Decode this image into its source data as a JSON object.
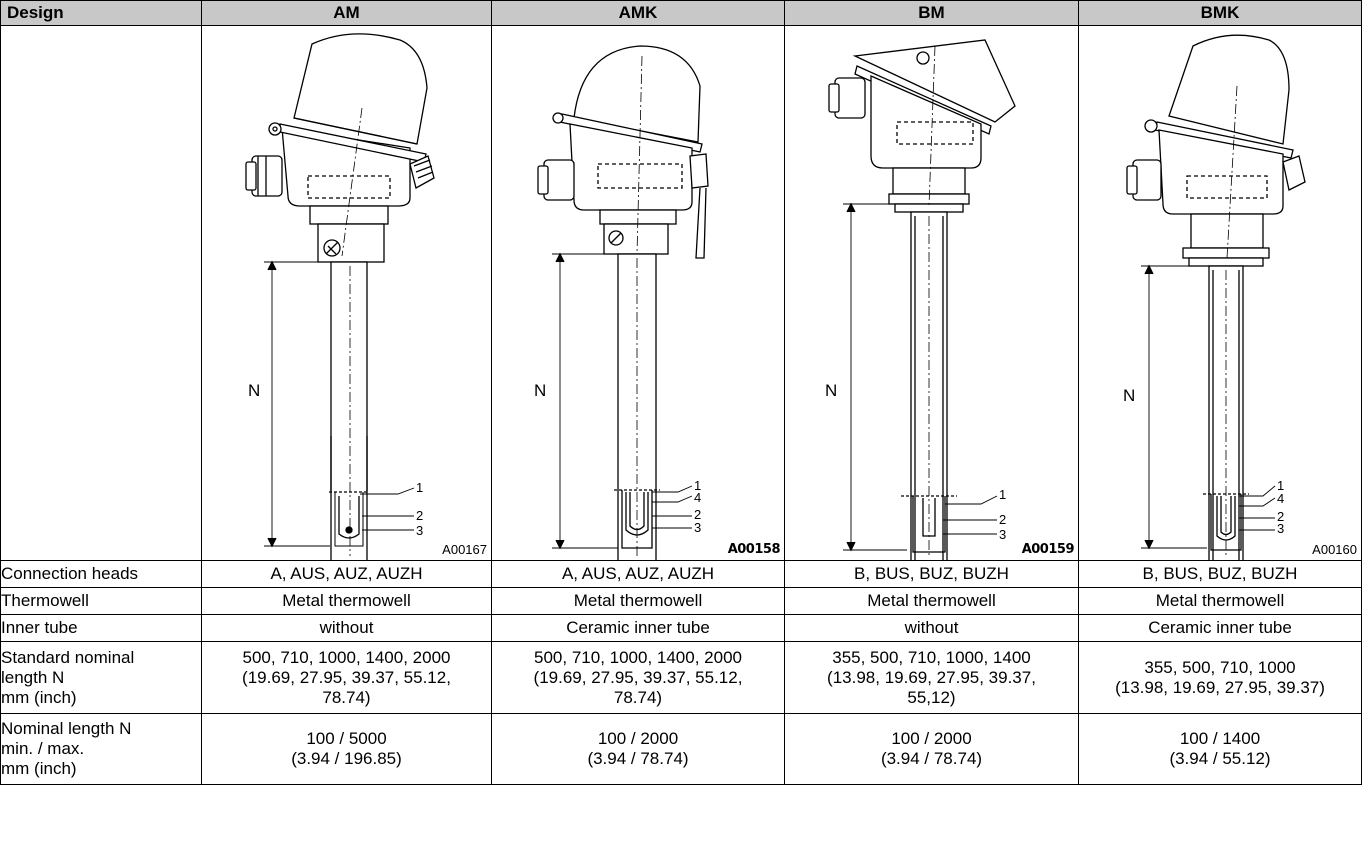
{
  "header": {
    "design": "Design",
    "columns": [
      "AM",
      "AMK",
      "BM",
      "BMK"
    ]
  },
  "drawings": {
    "dimension_label": "N",
    "am": {
      "figure_id": "A00167",
      "callouts": [
        "1",
        "2",
        "3"
      ]
    },
    "amk": {
      "figure_id": "A00158",
      "callouts": [
        "1",
        "4",
        "2",
        "3"
      ]
    },
    "bm": {
      "figure_id": "A00159",
      "callouts": [
        "1",
        "2",
        "3"
      ]
    },
    "bmk": {
      "figure_id": "A00160",
      "callouts": [
        "1",
        "4",
        "2",
        "3"
      ]
    }
  },
  "rows": {
    "connection_heads": {
      "label": "Connection heads",
      "values": [
        "A, AUS, AUZ, AUZH",
        "A, AUS, AUZ, AUZH",
        "B, BUS, BUZ, BUZH",
        "B, BUS, BUZ, BUZH"
      ]
    },
    "thermowell": {
      "label": "Thermowell",
      "values": [
        "Metal thermowell",
        "Metal thermowell",
        "Metal thermowell",
        "Metal thermowell"
      ]
    },
    "inner_tube": {
      "label": "Inner tube",
      "values": [
        "without",
        "Ceramic inner tube",
        "without",
        "Ceramic inner tube"
      ]
    },
    "standard_length": {
      "label_lines": [
        "Standard nominal",
        "length N",
        "mm (inch)"
      ],
      "values": [
        [
          "500, 710, 1000, 1400, 2000",
          "(19.69, 27.95, 39.37, 55.12,",
          "78.74)"
        ],
        [
          "500, 710, 1000, 1400, 2000",
          "(19.69, 27.95, 39.37, 55.12,",
          "78.74)"
        ],
        [
          "355, 500, 710, 1000, 1400",
          "(13.98, 19.69, 27.95, 39.37,",
          "55,12)"
        ],
        [
          "355, 500, 710, 1000",
          "(13.98, 19.69, 27.95, 39.37)",
          ""
        ]
      ]
    },
    "nominal_minmax": {
      "label_lines": [
        "Nominal length N",
        "min. / max.",
        "mm (inch)"
      ],
      "values": [
        [
          "100 / 5000",
          "(3.94 / 196.85)"
        ],
        [
          "100 / 2000",
          "(3.94 / 78.74)"
        ],
        [
          "100 / 2000",
          "(3.94 / 78.74)"
        ],
        [
          "100 / 1400",
          "(3.94 / 55.12)"
        ]
      ]
    }
  }
}
